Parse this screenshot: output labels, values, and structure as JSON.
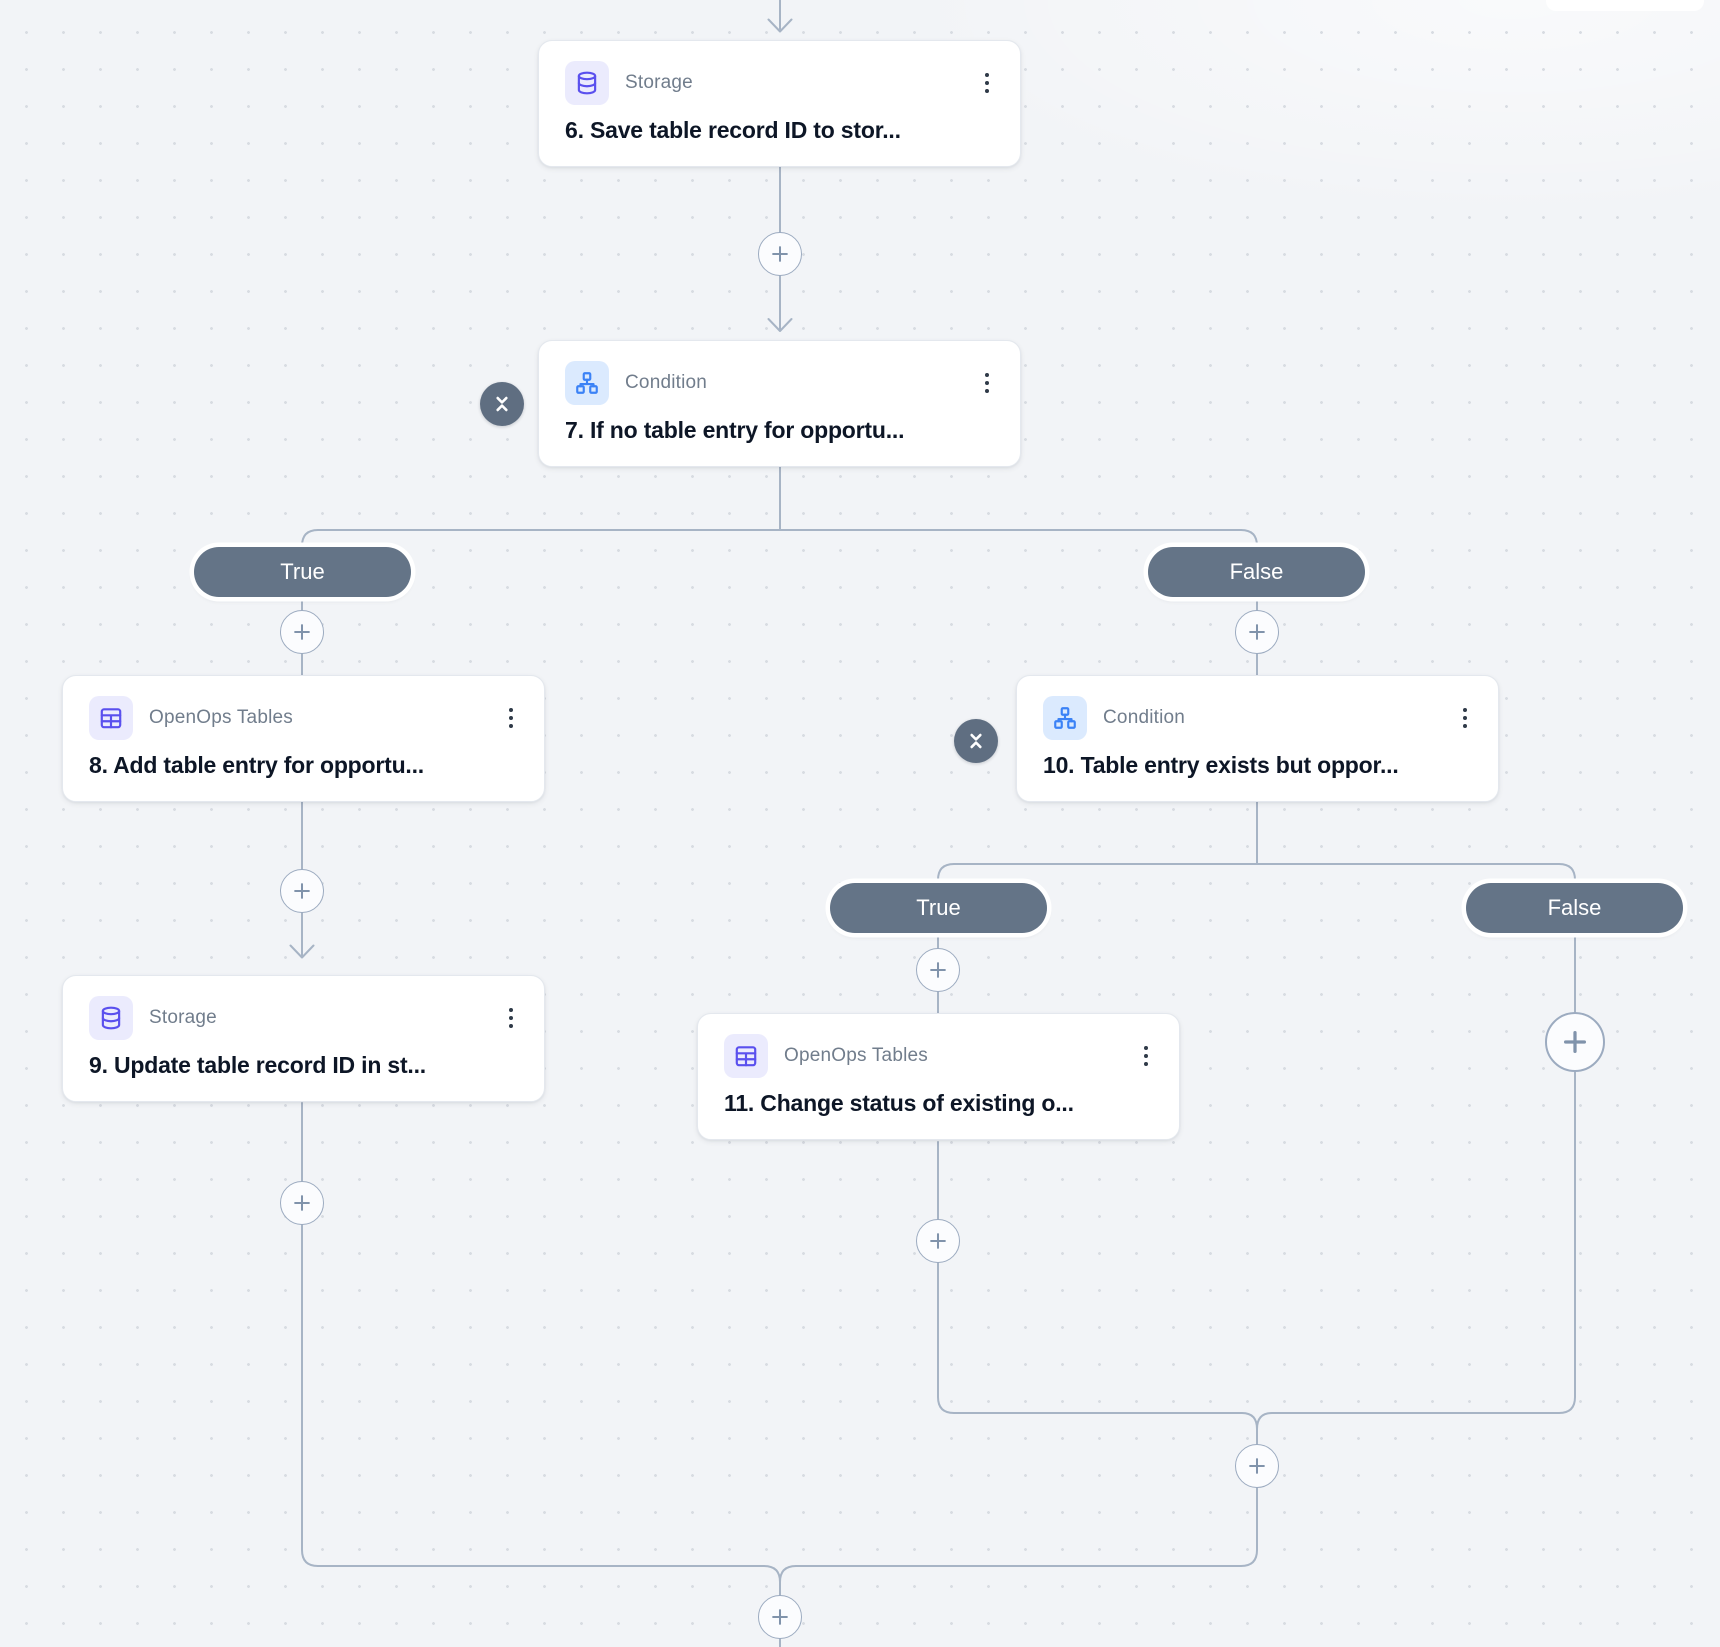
{
  "palette": {
    "canvas_bg": "#f2f4f7",
    "grid_dot": "#d8dce2",
    "wire": "#a7b4c5",
    "card_bg": "#ffffff",
    "card_border": "#e4e8ee",
    "type_label_color": "#717d8c",
    "title_color": "#0d1626",
    "branch_pill_bg": "#647487",
    "branch_pill_text": "#ffffff",
    "collapse_badge_bg": "#5f6e81",
    "storage_icon_color": "#5a50ee",
    "storage_icon_bg": "#ebebfd",
    "tables_icon_color": "#5a50ee",
    "tables_icon_bg": "#ebebfd",
    "condition_icon_color": "#3b82f6",
    "condition_icon_bg": "#dbeafe"
  },
  "steps": [
    {
      "type_label": "Storage",
      "title": "6. Save table record ID to stor...",
      "icon": "database-icon",
      "collapsed": false
    },
    {
      "type_label": "Condition",
      "title": "7. If no table entry for opportu...",
      "icon": "sitemap-icon",
      "collapsed": true
    },
    {
      "type_label": "OpenOps Tables",
      "title": "8. Add table entry for opportu...",
      "icon": "table-icon",
      "collapsed": false
    },
    {
      "type_label": "Storage",
      "title": "9. Update table record ID in st...",
      "icon": "database-icon",
      "collapsed": false
    },
    {
      "type_label": "Condition",
      "title": "10. Table entry exists but oppor...",
      "icon": "sitemap-icon",
      "collapsed": true
    },
    {
      "type_label": "OpenOps Tables",
      "title": "11. Change status of existing o...",
      "icon": "table-icon",
      "collapsed": false
    }
  ],
  "branches": [
    {
      "label": "True"
    },
    {
      "label": "False"
    },
    {
      "label": "True"
    },
    {
      "label": "False"
    }
  ]
}
